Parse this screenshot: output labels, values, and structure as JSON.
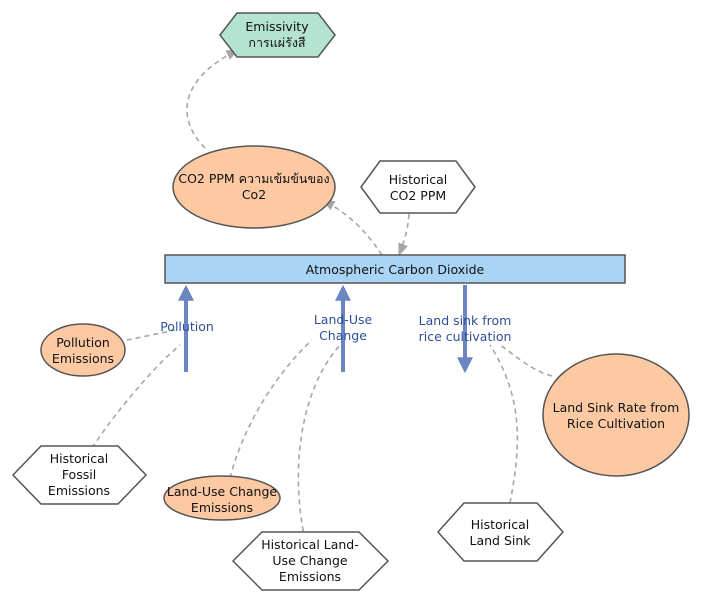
{
  "nodes": {
    "emissivity": {
      "line1": "Emissivity",
      "line2": "การแผ่รังสี"
    },
    "co2_ppm": {
      "line1": "CO2 PPM ความเข้มข้นของ",
      "line2": "Co2"
    },
    "historical_co2_ppm": {
      "line1": "Historical",
      "line2": "CO2 PPM"
    },
    "atmospheric_carbon_dioxide": {
      "label": "Atmospheric Carbon Dioxide"
    },
    "pollution_emissions": {
      "line1": "Pollution",
      "line2": "Emissions"
    },
    "historical_fossil_emissions": {
      "line1": "Historical",
      "line2": "Fossil",
      "line3": "Emissions"
    },
    "land_use_change_emissions": {
      "line1": "Land-Use Change",
      "line2": "Emissions"
    },
    "historical_land_use_change_emissions": {
      "line1": "Historical Land-",
      "line2": "Use Change",
      "line3": "Emissions"
    },
    "land_sink_rate": {
      "line1": "Land Sink Rate from",
      "line2": "Rice Cultivation"
    },
    "historical_land_sink": {
      "line1": "Historical",
      "line2": "Land Sink"
    }
  },
  "flows": {
    "pollution": {
      "label": "Pollution"
    },
    "land_use_change": {
      "line1": "Land-Use",
      "line2": "Change"
    },
    "land_sink": {
      "line1": "Land sink from",
      "line2": "rice cultivation"
    }
  },
  "colors": {
    "stock_fill": "#a9d4f5",
    "variable_fill": "#fcc9a3",
    "emissivity_fill": "#b4e3cf",
    "flow_color": "#6b86c2",
    "connector_color": "#a6a6a6"
  }
}
